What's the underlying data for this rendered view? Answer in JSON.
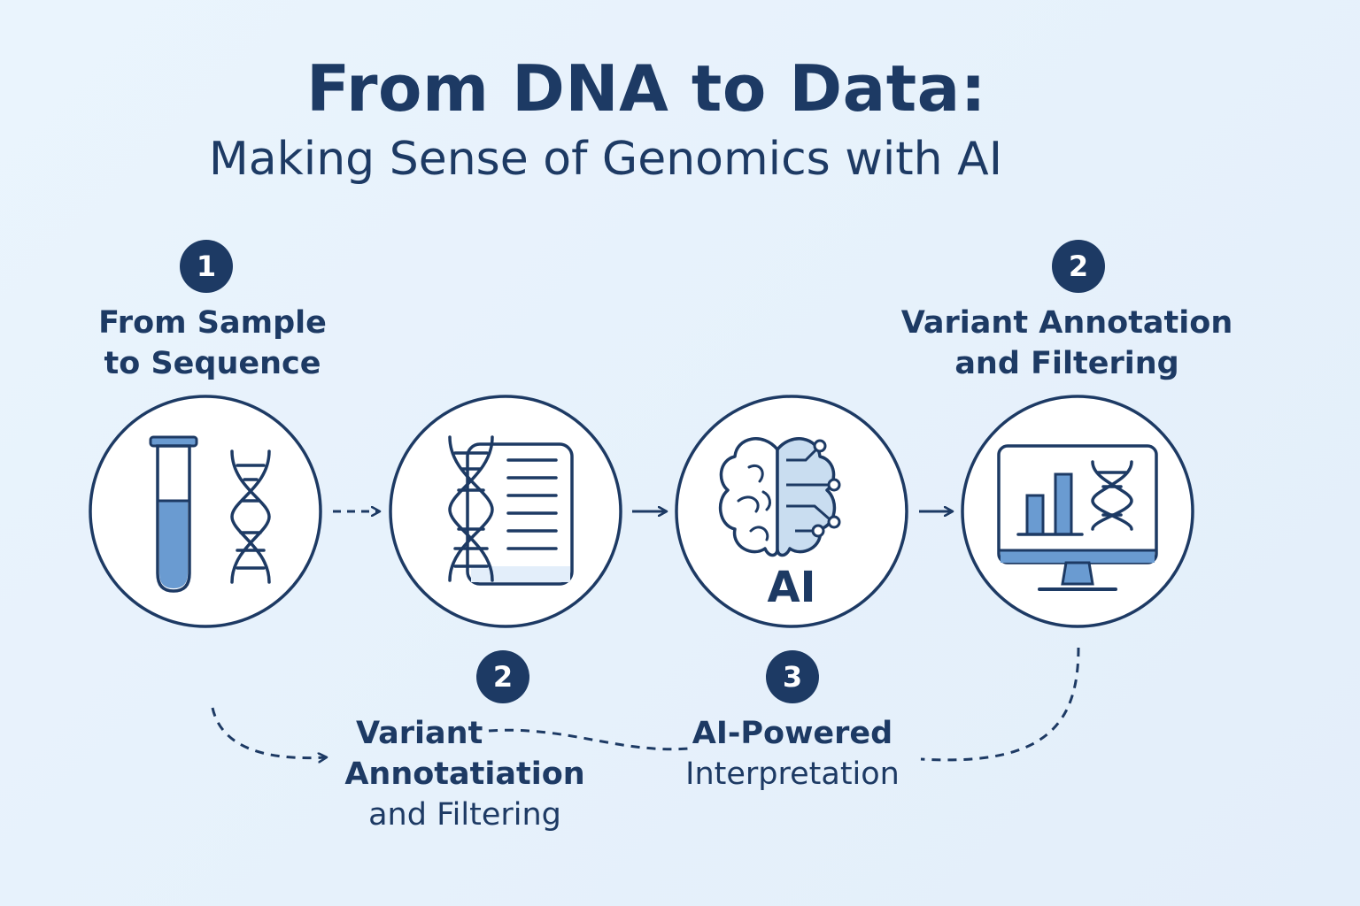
{
  "header": {
    "title": "From DNA to Data:",
    "subtitle": "Making Sense of Genomics with AI"
  },
  "steps_top": [
    {
      "number": "1",
      "line1": "From Sample",
      "line2": "to Sequence"
    },
    {
      "number": "2",
      "line1": "Variant Annotation",
      "line2": "and Filtering"
    }
  ],
  "steps_bottom": [
    {
      "number": "2",
      "line1": "Variant",
      "line2": "Annotatiation",
      "line3": "and Filtering"
    },
    {
      "number": "3",
      "line1": "AI-Powered",
      "line2": "Interpretation"
    }
  ],
  "icons": {
    "stage1": [
      "test-tube-icon",
      "dna-icon"
    ],
    "stage2": [
      "dna-icon",
      "document-icon"
    ],
    "stage3": [
      "brain-circuit-icon"
    ],
    "stage4": [
      "monitor-icon",
      "bar-chart-icon",
      "dna-icon"
    ],
    "ai_label": "AI"
  },
  "colors": {
    "navy": "#1d3a64",
    "accent_blue": "#6a9bd1",
    "light_blue": "#c9ddf0",
    "background": "#e8f3fc"
  }
}
